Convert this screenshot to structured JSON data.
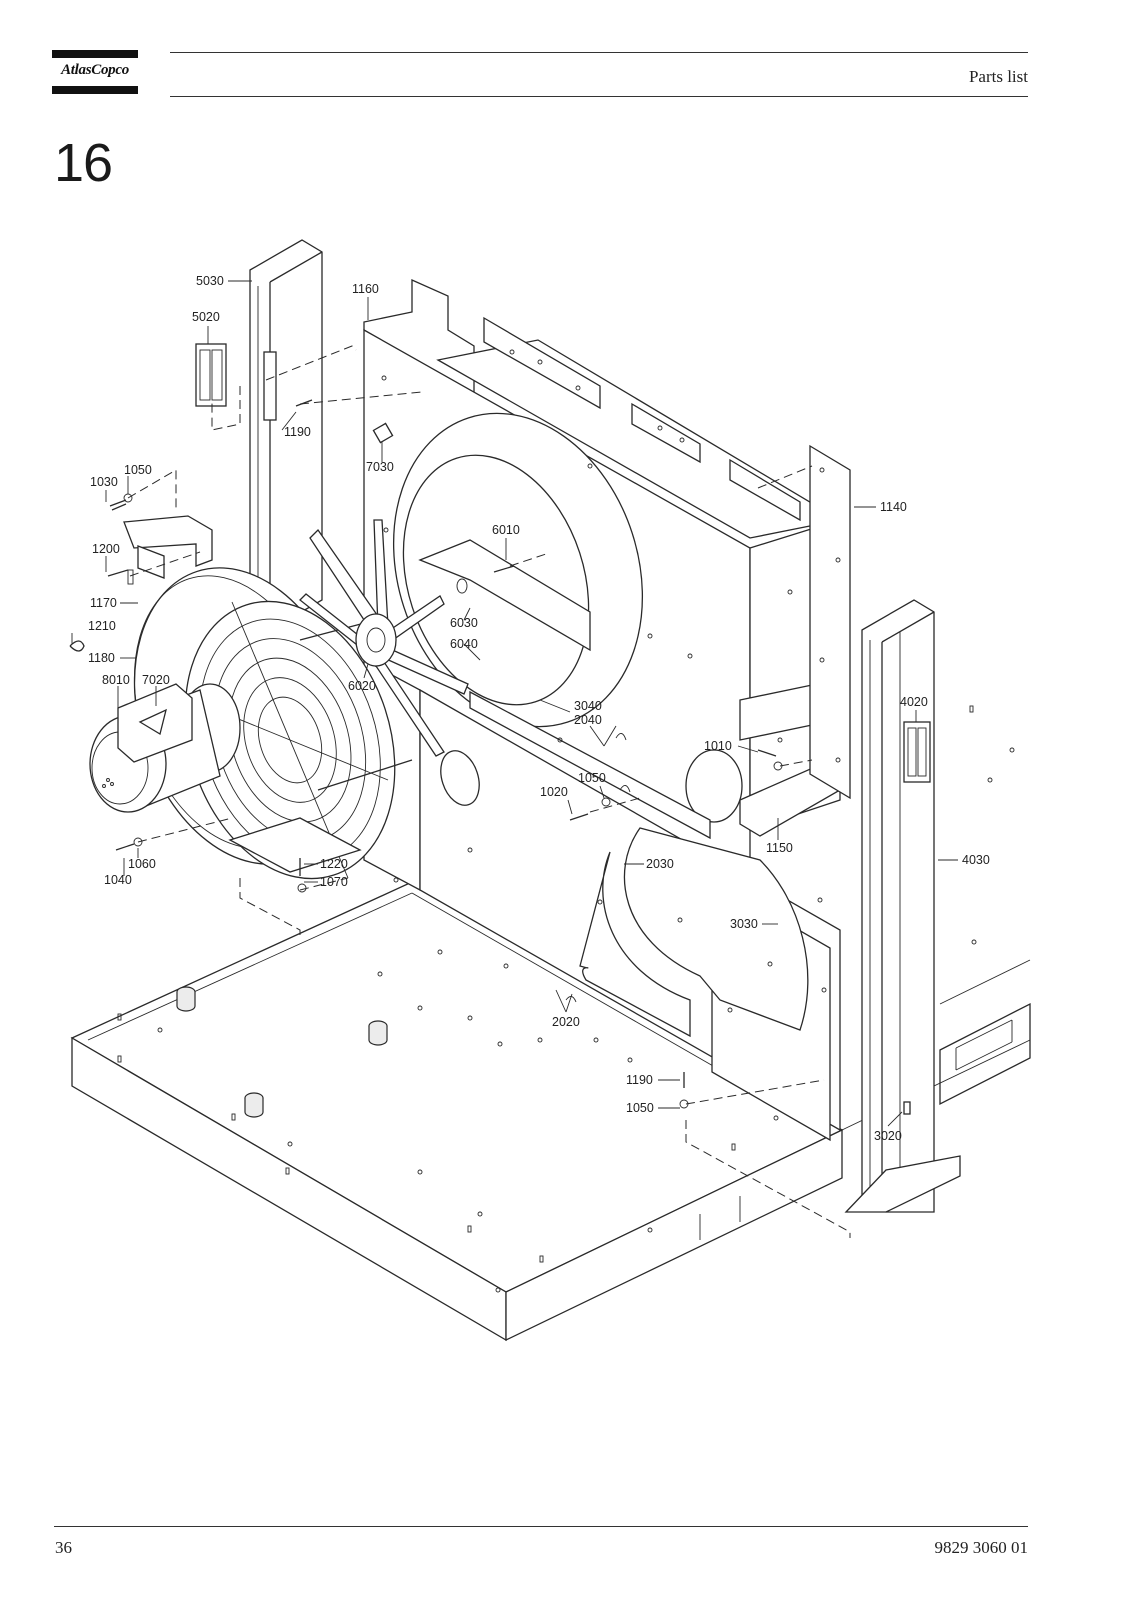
{
  "header": {
    "brand": "AtlasCopco",
    "title": "Parts list"
  },
  "section": {
    "number": "16"
  },
  "drawing": {
    "callouts": [
      "5030",
      "1160",
      "5020",
      "1190",
      "7030",
      "1050",
      "1030",
      "1140",
      "6010",
      "1200",
      "1170",
      "1210",
      "6030",
      "6040",
      "1180",
      "8010",
      "7020",
      "6020",
      "4020",
      "3040",
      "2040",
      "1010",
      "1050",
      "1020",
      "1150",
      "4030",
      "1040",
      "1060",
      "1220",
      "1070",
      "2030",
      "3030",
      "2020",
      "1190",
      "1050",
      "3020"
    ]
  },
  "footer": {
    "page_number": "36",
    "doc_number": "9829 3060 01"
  }
}
